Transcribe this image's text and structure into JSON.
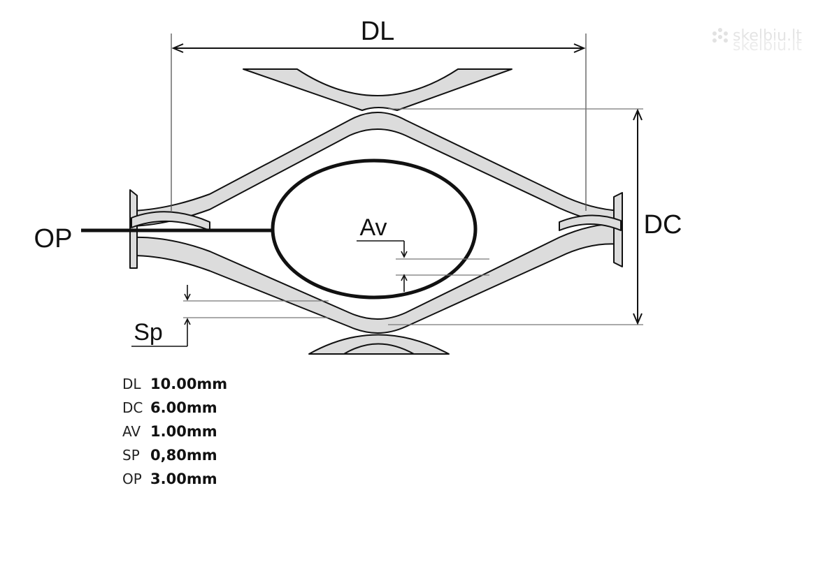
{
  "watermark": "skelbiu.lt",
  "labels": {
    "dl": "DL",
    "dc": "DC",
    "op": "OP",
    "av": "Av",
    "sp": "Sp"
  },
  "specs": [
    {
      "key": "DL",
      "value": "10.00mm"
    },
    {
      "key": "DC",
      "value": "6.00mm"
    },
    {
      "key": "AV",
      "value": "1.00mm"
    },
    {
      "key": "SP",
      "value": "0,80mm"
    },
    {
      "key": "OP",
      "value": "3.00mm"
    }
  ],
  "colors": {
    "strand_fill": "#dcdcdc",
    "line": "#111111",
    "guide": "#777777"
  }
}
